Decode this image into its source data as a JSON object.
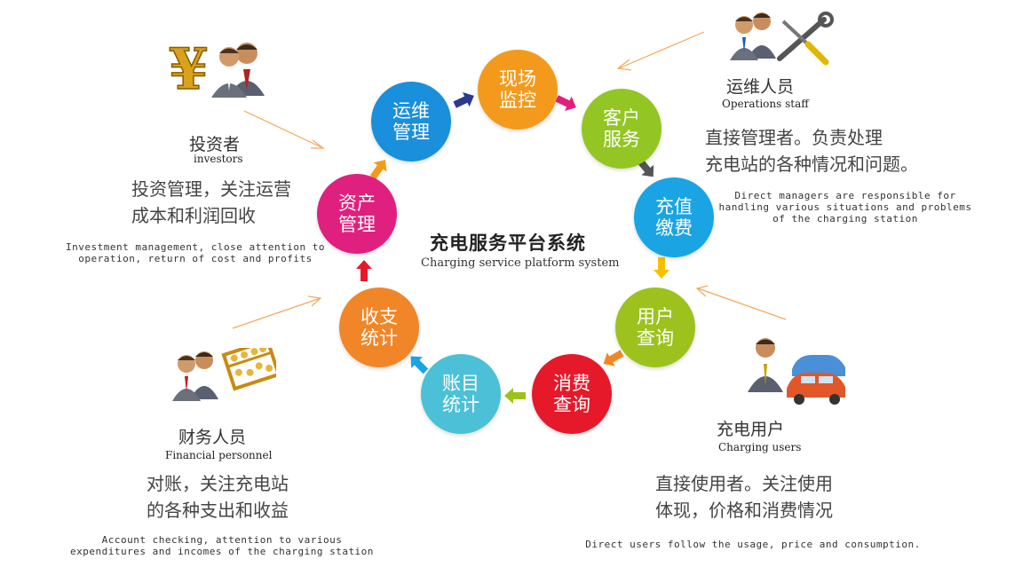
{
  "center": {
    "title": "充电服务平台系统",
    "subtitle": "Charging service platform system"
  },
  "cycle": [
    {
      "label": "现场\n监控",
      "color": "#f39a1c"
    },
    {
      "label": "客户\n服务",
      "color": "#93c623"
    },
    {
      "label": "充值\n缴费",
      "color": "#1aa4e3"
    },
    {
      "label": "用户\n查询",
      "color": "#9dc21e"
    },
    {
      "label": "消费\n查询",
      "color": "#e6192b"
    },
    {
      "label": "账目\n统计",
      "color": "#4cc0d6"
    },
    {
      "label": "收支\n统计",
      "color": "#f08627"
    },
    {
      "label": "资产\n管理",
      "color": "#e0207e"
    },
    {
      "label": "运维\n管理",
      "color": "#1a8fdb"
    }
  ],
  "roles": {
    "investors": {
      "name_cn": "投资者",
      "name_en": "investors",
      "desc_cn": "投资管理，关注运营\n成本和利润回收",
      "desc_en": "Investment management, close attention to\noperation, return of cost and profits"
    },
    "operations": {
      "name_cn": "运维人员",
      "name_en": "Operations staff",
      "desc_cn": "直接管理者。负责处理\n充电站的各种情况和问题。",
      "desc_en": "Direct managers are responsible for\nhandling various situations and problems\nof the charging station"
    },
    "financial": {
      "name_cn": "财务人员",
      "name_en": "Financial personnel",
      "desc_cn": "对账，关注充电站\n的各种支出和收益",
      "desc_en": "Account checking, attention to various\nexpenditures and incomes of the charging station"
    },
    "users": {
      "name_cn": "充电用户",
      "name_en": "Charging users",
      "desc_cn": "直接使用者。关注使用\n体现，价格和消费情况",
      "desc_en": "Direct users follow the usage, price and consumption."
    }
  },
  "icons": {
    "investors": [
      "yuan-icon",
      "businessmen-icon"
    ],
    "operations": [
      "businessmen-icon",
      "tools-icon"
    ],
    "financial": [
      "businessmen-icon",
      "abacus-icon"
    ],
    "users": [
      "businessman-icon",
      "cars-icon"
    ]
  }
}
